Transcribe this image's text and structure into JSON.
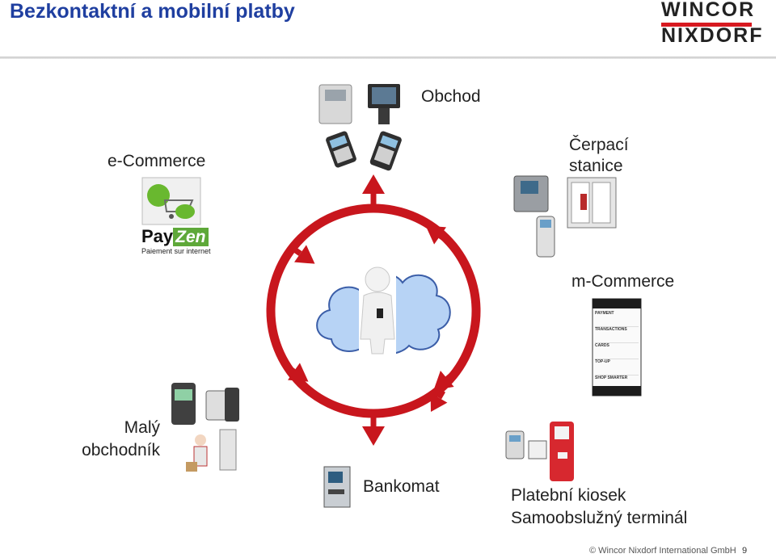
{
  "slide": {
    "title": "Bezkontaktní a mobilní platby",
    "logo": {
      "line1": "WINCOR",
      "line2": "NIXDORF"
    },
    "footer": "© Wincor Nixdorf International GmbH",
    "page_number": "9"
  },
  "diagram": {
    "center": {
      "icon": "person-with-phone-in-cloud-icon"
    },
    "colors": {
      "ring": "#c8161d",
      "cloud": "#b7d3f5",
      "cloud_edge": "#3b5ea8"
    },
    "nodes": [
      {
        "id": "shop",
        "label_lines": [
          "Obchod"
        ],
        "icon": "pos-terminal-icon"
      },
      {
        "id": "fuel",
        "label_lines": [
          "Čerpací",
          "stanice"
        ],
        "icon": "fuel-pump-icon"
      },
      {
        "id": "mcommerce",
        "label_lines": [
          "m-Commerce"
        ],
        "icon": "smartphone-app-icon"
      },
      {
        "id": "kiosk",
        "label_lines": [
          "Platební kiosek",
          "Samoobslužný terminál"
        ],
        "icon": "kiosk-icon"
      },
      {
        "id": "atm",
        "label_lines": [
          "Bankomat"
        ],
        "icon": "atm-icon"
      },
      {
        "id": "merchant",
        "label_lines": [
          "Malý",
          "obchodník"
        ],
        "icon": "handheld-terminal-icon"
      },
      {
        "id": "ecommerce",
        "label_lines": [
          "e-Commerce"
        ],
        "icon": "shopping-cart-icon"
      }
    ],
    "payzen": {
      "brand_a": "Pay",
      "brand_b": "Zen",
      "tagline": "Paiement sur internet"
    },
    "phone_menu": [
      "PAYMENT",
      "TRANSACTIONS",
      "CARDS",
      "TOP-UP",
      "SHOP SMARTER"
    ]
  }
}
